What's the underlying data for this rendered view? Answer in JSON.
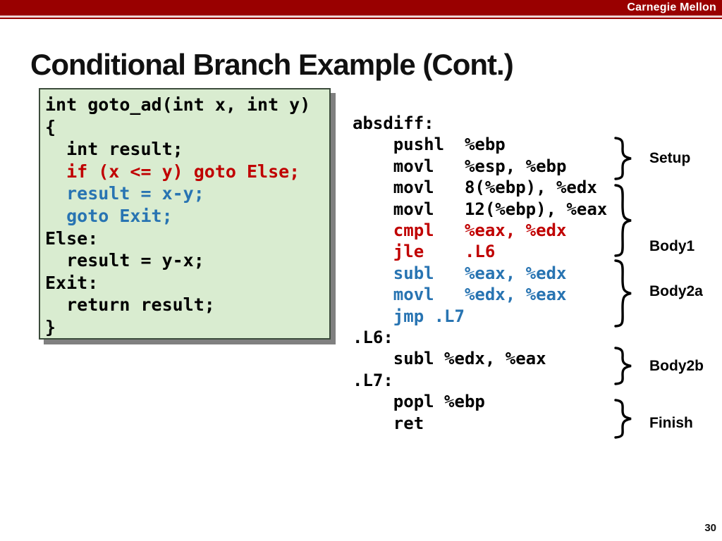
{
  "header": {
    "brand": "Carnegie Mellon"
  },
  "title": "Conditional Branch Example (Cont.)",
  "colors": {
    "black": "#000000",
    "red": "#c00000",
    "blue": "#2874b2",
    "bar_red": "#990000",
    "box_bg": "#d9ecd0",
    "box_border": "#3c4c3c",
    "box_shadow": "#808080"
  },
  "c_code": {
    "lines": [
      {
        "text": "int goto_ad(int x, int y)",
        "color": "black"
      },
      {
        "text": "{",
        "color": "black"
      },
      {
        "text": "  int result;",
        "color": "black"
      },
      {
        "text": "  if (x <= y) goto Else;",
        "color": "red"
      },
      {
        "text": "  result = x-y;",
        "color": "blue"
      },
      {
        "text": "  goto Exit;",
        "color": "blue"
      },
      {
        "text": "Else:",
        "color": "black"
      },
      {
        "text": "  result = y-x;",
        "color": "black"
      },
      {
        "text": "Exit:",
        "color": "black"
      },
      {
        "text": "  return result;",
        "color": "black"
      },
      {
        "text": "}",
        "color": "black"
      }
    ]
  },
  "assembly": {
    "lines": [
      {
        "text": "absdiff:",
        "color": "black"
      },
      {
        "text": "    pushl  %ebp",
        "color": "black"
      },
      {
        "text": "    movl   %esp, %ebp",
        "color": "black"
      },
      {
        "text": "    movl   8(%ebp), %edx",
        "color": "black"
      },
      {
        "text": "    movl   12(%ebp), %eax",
        "color": "black"
      },
      {
        "text": "    cmpl   %eax, %edx",
        "color": "red"
      },
      {
        "text": "    jle    .L6",
        "color": "red"
      },
      {
        "text": "    subl   %eax, %edx",
        "color": "blue"
      },
      {
        "text": "    movl   %edx, %eax",
        "color": "blue"
      },
      {
        "text": "    jmp .L7",
        "color": "blue"
      },
      {
        "text": ".L6:",
        "color": "black"
      },
      {
        "text": "    subl %edx, %eax",
        "color": "black"
      },
      {
        "text": ".L7:",
        "color": "black"
      },
      {
        "text": "    popl %ebp",
        "color": "black"
      },
      {
        "text": "    ret",
        "color": "black"
      }
    ]
  },
  "annotations": [
    {
      "label": "Setup"
    },
    {
      "label": "Body1"
    },
    {
      "label": "Body2a"
    },
    {
      "label": "Body2b"
    },
    {
      "label": "Finish"
    }
  ],
  "page_number": "30"
}
